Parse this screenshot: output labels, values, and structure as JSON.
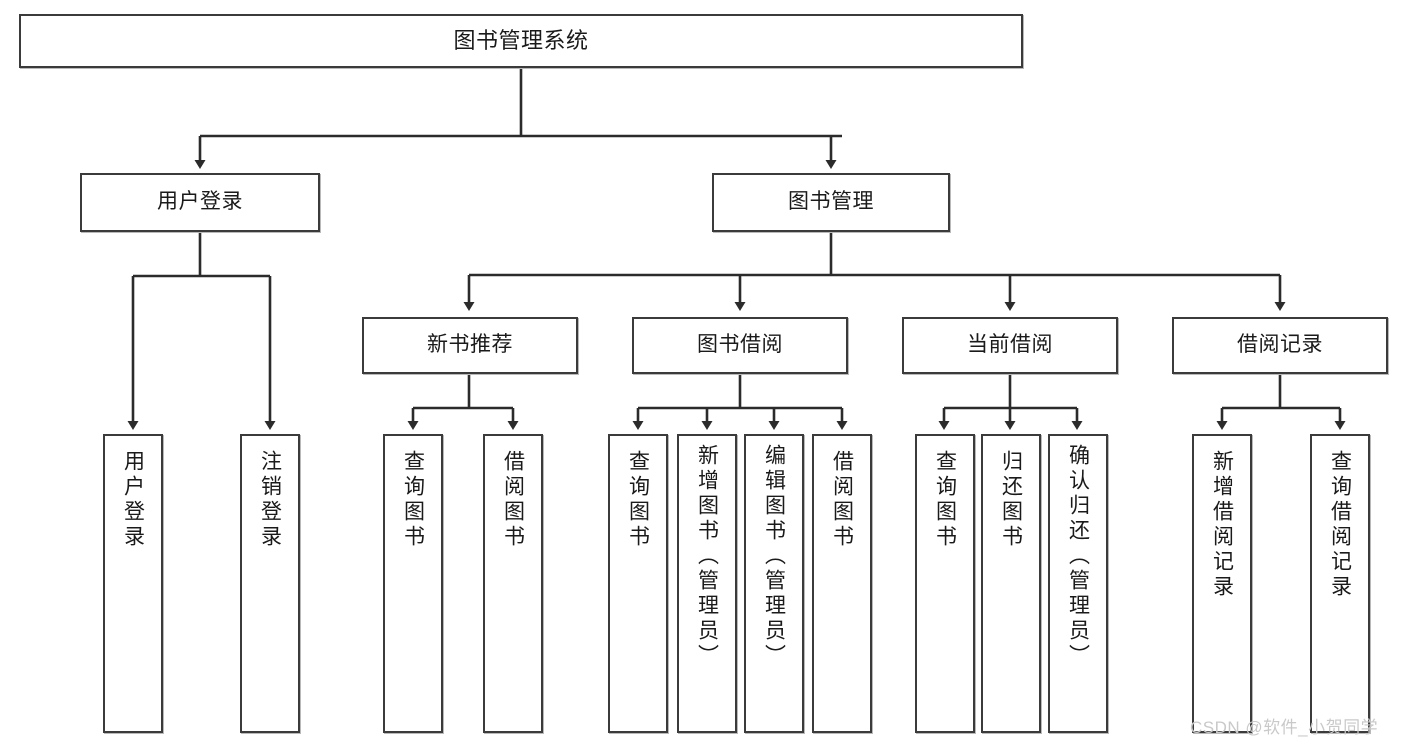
{
  "diagram": {
    "title": "图书管理系统",
    "type": "tree-hierarchy",
    "colors": {
      "box_border": "#3b3b3b",
      "box_fill": "#ffffff",
      "connector": "#2b2b2b",
      "text": "#1a1a1a",
      "watermark": "#c9c9c9",
      "background": "#ffffff"
    },
    "root": {
      "label": "图书管理系统"
    },
    "level2": [
      {
        "label": "用户登录"
      },
      {
        "label": "图书管理"
      }
    ],
    "level3": [
      {
        "label": "新书推荐"
      },
      {
        "label": "图书借阅"
      },
      {
        "label": "当前借阅"
      },
      {
        "label": "借阅记录"
      }
    ],
    "leaves": {
      "user_login": [
        {
          "label": "用户登录"
        },
        {
          "label": "注销登录"
        }
      ],
      "new_book_recommend": [
        {
          "label": "查询图书"
        },
        {
          "label": "借阅图书"
        }
      ],
      "book_borrow": [
        {
          "label": "查询图书"
        },
        {
          "label": "新增图书（管理员）"
        },
        {
          "label": "编辑图书（管理员）"
        },
        {
          "label": "借阅图书"
        }
      ],
      "current_borrow": [
        {
          "label": "查询图书"
        },
        {
          "label": "归还图书"
        },
        {
          "label": "确认归还（管理员）"
        }
      ],
      "borrow_record": [
        {
          "label": "新增借阅记录"
        },
        {
          "label": "查询借阅记录"
        }
      ]
    }
  },
  "watermark": {
    "text": "CSDN @软件_小贺同学"
  }
}
